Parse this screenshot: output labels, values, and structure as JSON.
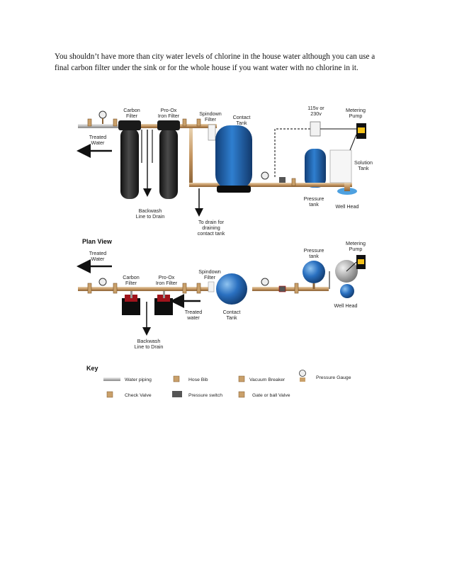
{
  "paragraph": {
    "line1": "You shouldn’t  have more than city water levels of chlorine  in the house water although  you can use a",
    "line2": "final carbon filter under the sink or for the whole house if you want water with no chlorine  in it."
  },
  "elevation": {
    "carbon_filter": [
      "Carbon",
      "Filter"
    ],
    "pro_ox": [
      "Pro-Ox",
      "Iron Filter"
    ],
    "spindown": [
      "Spindown",
      "Filter"
    ],
    "contact_tank": [
      "Contact",
      "Tank"
    ],
    "voltage": [
      "115v or",
      "230v"
    ],
    "metering_pump": [
      "Metering",
      "Pump"
    ],
    "solution_tank": [
      "Solution",
      "Tank"
    ],
    "treated_water": [
      "Treated",
      "Water"
    ],
    "backwash": [
      "Backwash",
      "Line to Drain"
    ],
    "drain": [
      "To drain for",
      "draining",
      "contact tank"
    ],
    "pressure_tank": [
      "Pressure",
      "tank"
    ],
    "well_head": "Well Head"
  },
  "plan": {
    "title": "Plan View",
    "treated_water_top": [
      "Treated",
      "Water"
    ],
    "carbon_filter": [
      "Carbon",
      "Filter"
    ],
    "pro_ox": [
      "Pro-Ox",
      "Iron Filter"
    ],
    "spindown": [
      "Spindown",
      "Filter"
    ],
    "pressure_tank": [
      "Pressure",
      "tank"
    ],
    "metering_pump": [
      "Metering",
      "Pump"
    ],
    "well_head": "Well Head",
    "treated_water_bottom": [
      "Treated",
      "water"
    ],
    "contact_tank": [
      "Contact",
      "Tank"
    ],
    "backwash": [
      "Backwash",
      "Line to Drain"
    ]
  },
  "key": {
    "title": "Key",
    "water_piping": "Water piping",
    "hose_bib": "Hose Bib",
    "vacuum_breaker": "Vacuum Breaker",
    "pressure_gauge": "Pressure Gauge",
    "check_valve": "Check Valve",
    "pressure_switch": "Pressure switch",
    "gate_valve": "Gate or ball Valve"
  },
  "colors": {
    "pipe": "#c9a06a",
    "tank_blue": "#1f5fa6",
    "filter_dark": "#2a2a2a",
    "arrow": "#111111"
  }
}
